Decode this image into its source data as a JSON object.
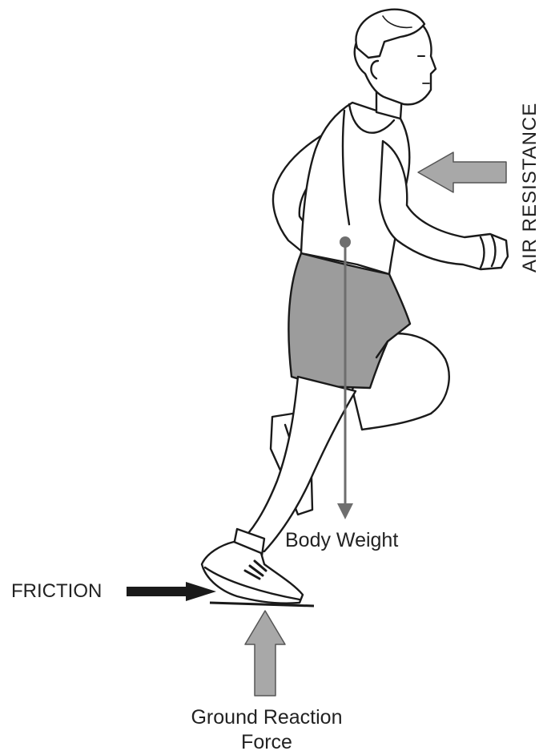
{
  "labels": {
    "air_resistance": "AIR RESISTANCE",
    "body_weight": "Body Weight",
    "friction": "FRICTION",
    "ground_reaction_line1": "Ground Reaction",
    "ground_reaction_line2": "Force"
  },
  "colors": {
    "outline": "#1a1a1a",
    "arrow_gray": "#a8a8a8",
    "shorts_gray": "#9c9c9c",
    "friction_arrow": "#1a1a1a",
    "weight_line": "#6e6e6e"
  },
  "icons": {
    "runner": "runner-illustration",
    "air": "air-resistance-arrow-icon",
    "weight": "body-weight-arrow-icon",
    "friction": "friction-arrow-icon",
    "ground": "ground-reaction-arrow-icon"
  }
}
